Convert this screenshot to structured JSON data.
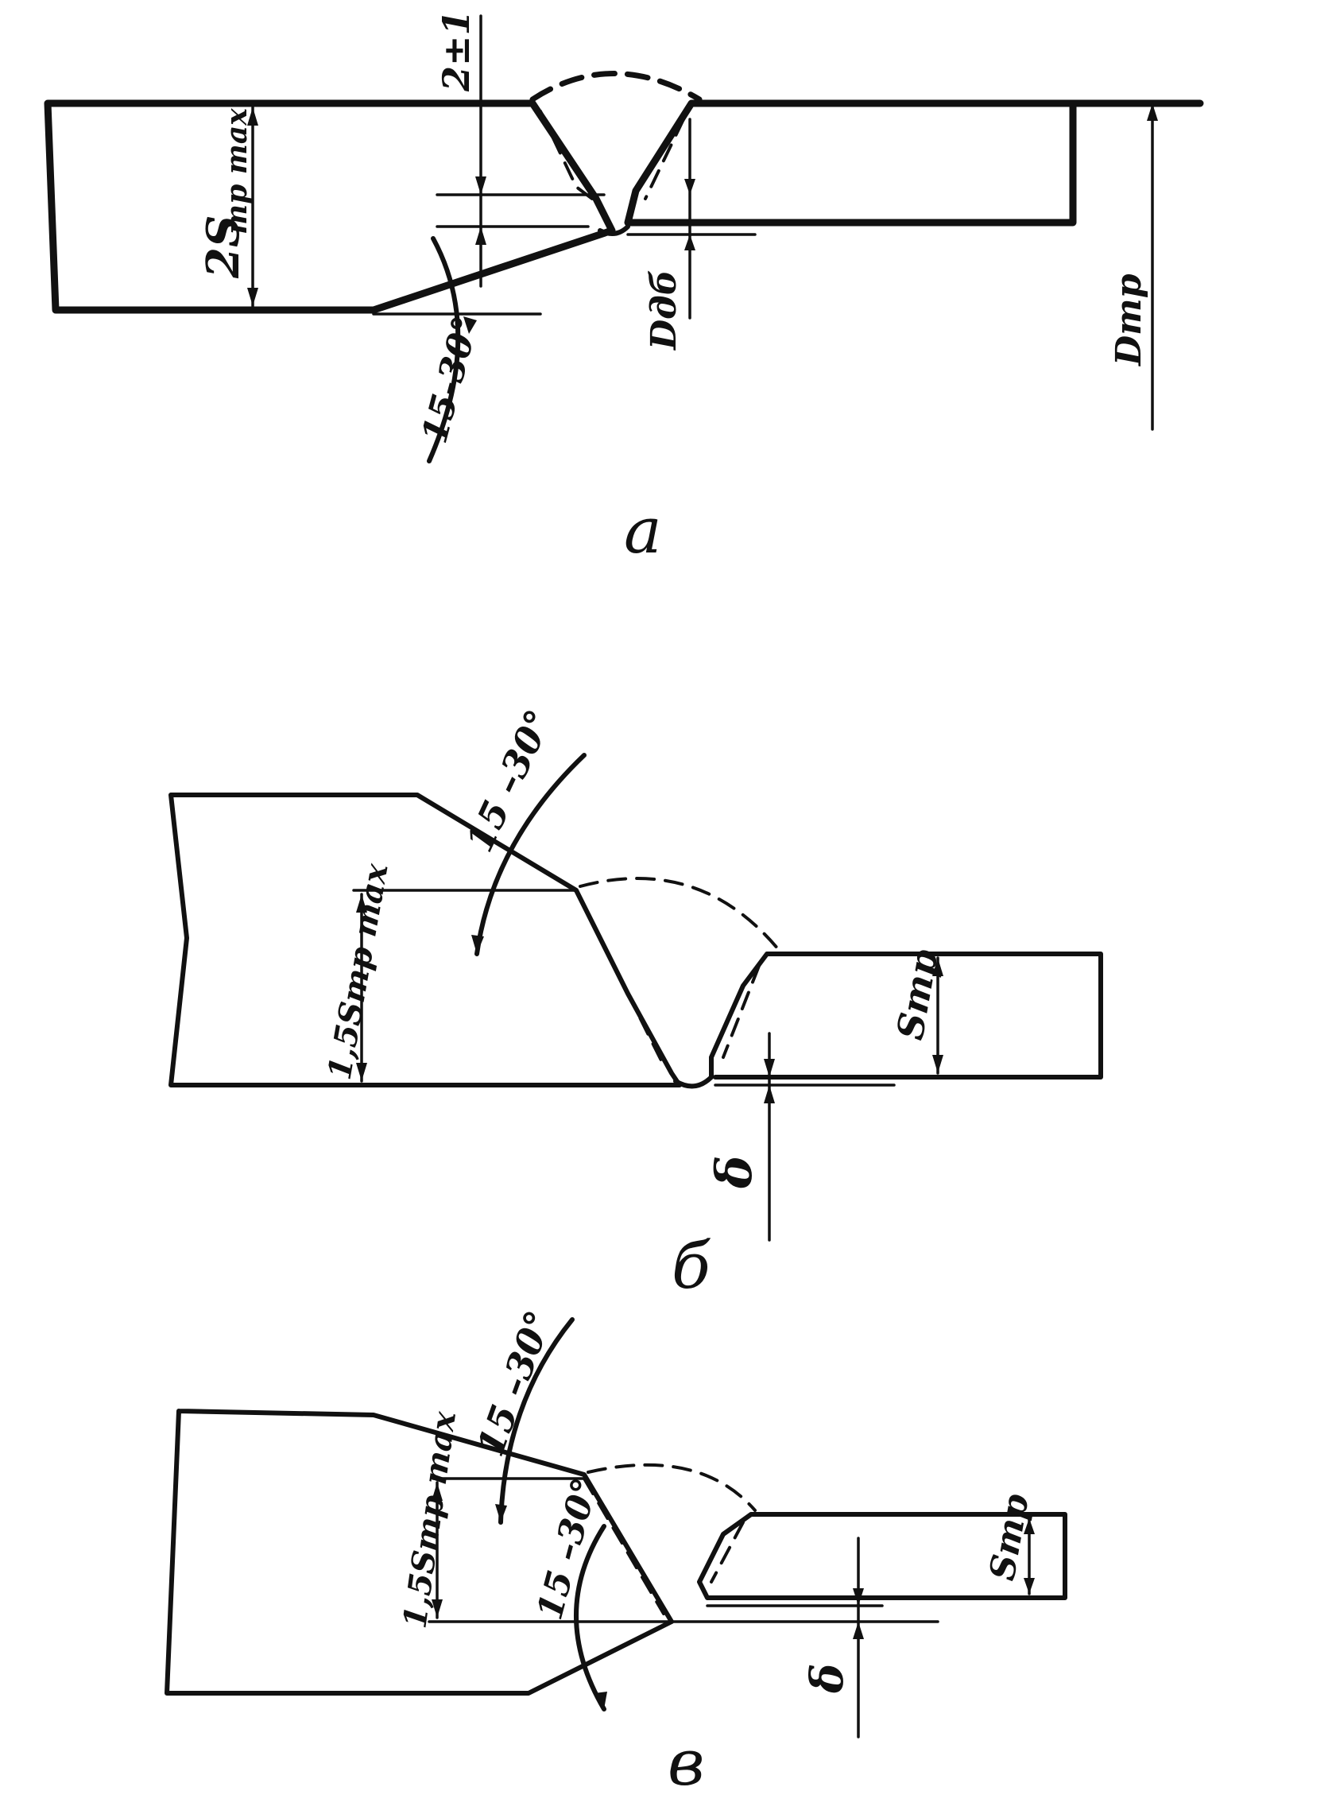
{
  "figures": [
    {
      "id": "a",
      "caption": "а",
      "labels": {
        "thickness": "2S",
        "thickness_sub": "тр max",
        "angle": "15-30°",
        "gap": "2±1",
        "diameter_branch": "Dдб",
        "diameter_pipe": "Dтр"
      }
    },
    {
      "id": "b",
      "caption": "б",
      "labels": {
        "thickness_max": "1,5Sтр max",
        "angle": "15 –30°",
        "thickness": "Sтр",
        "gap": "δ"
      }
    },
    {
      "id": "v",
      "caption": "в",
      "labels": {
        "thickness_max": "1,5Sтр max",
        "angle_top": "15 –30°",
        "angle_bottom": "15 –30°",
        "thickness": "Sтр",
        "gap": "δ"
      }
    }
  ]
}
